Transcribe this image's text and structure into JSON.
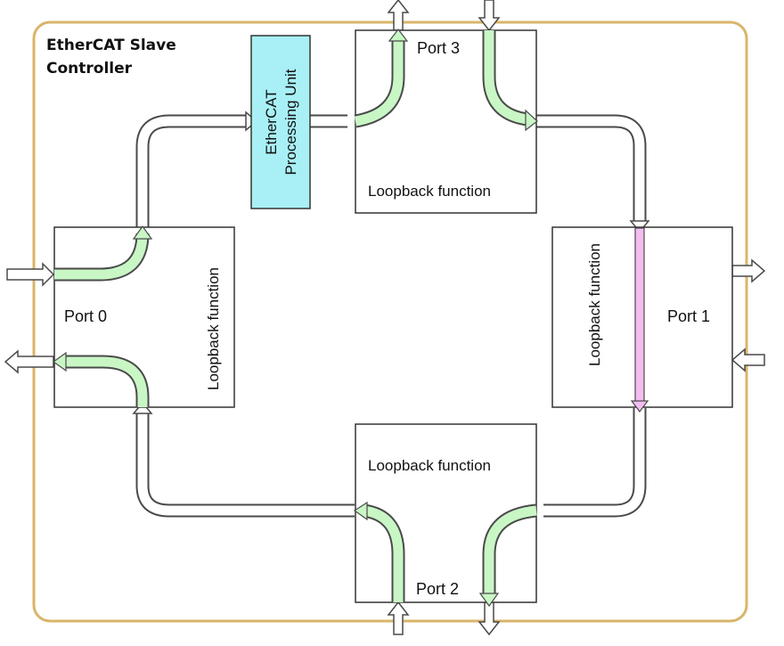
{
  "title": {
    "line1": "EtherCAT Slave",
    "line2": "Controller"
  },
  "processing_unit": {
    "line1": "EtherCAT",
    "line2": "Processing Unit"
  },
  "ports": {
    "port0": {
      "label": "Port 0",
      "loopback": "Loopback function"
    },
    "port1": {
      "label": "Port 1",
      "loopback": "Loopback function"
    },
    "port2": {
      "label": "Port 2",
      "loopback": "Loopback function"
    },
    "port3": {
      "label": "Port 3",
      "loopback": "Loopback function"
    }
  },
  "colors": {
    "frame": "#d9b56a",
    "processing_fill": "#a8f0f5",
    "flow_fill": "#c8f7c5",
    "loop_fill": "#f4bdf2",
    "pipe_fill": "#ffffff",
    "stroke": "#4a4a4a"
  }
}
